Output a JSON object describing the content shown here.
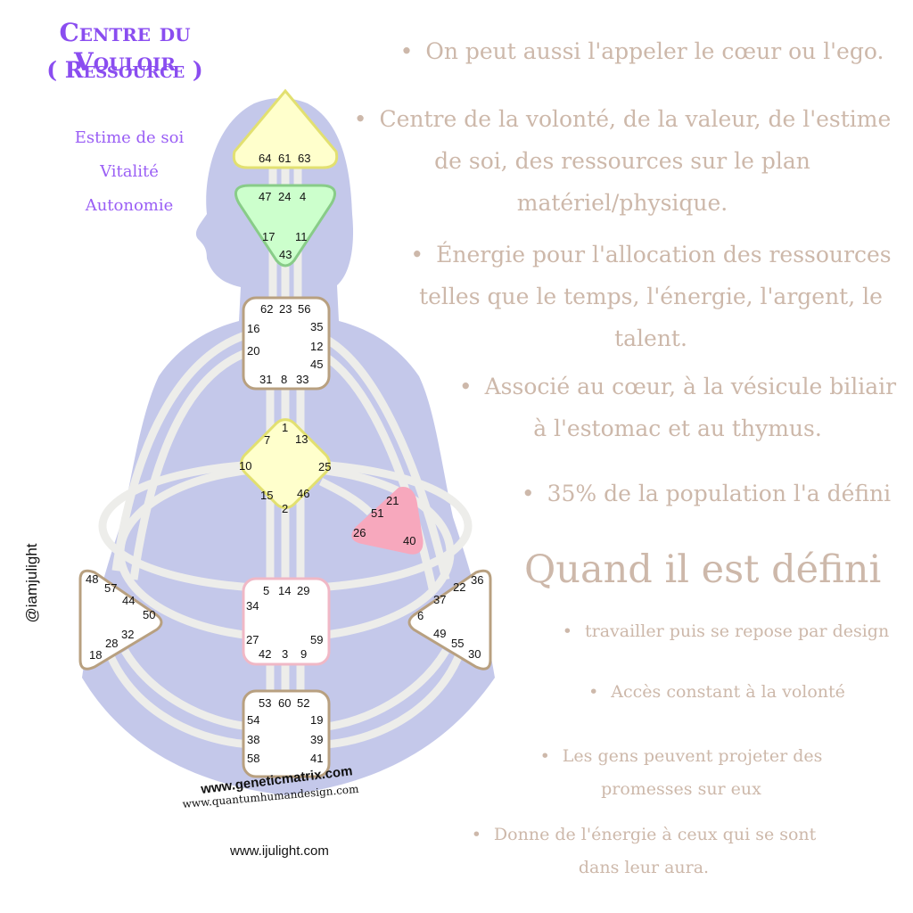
{
  "title": {
    "line1": "Centre du Vouloir",
    "line2": "( Ressource )"
  },
  "left_keywords": [
    "Estime de soi",
    "Vitalité",
    "Autonomie"
  ],
  "bullets_top": [
    {
      "lines": [
        "On peut aussi l'appeler le cœur ou l'ego."
      ]
    },
    {
      "lines": [
        "Centre de la volonté, de la valeur, de l'estime",
        "de soi, des ressources sur le plan",
        "matériel/physique."
      ]
    },
    {
      "lines": [
        "Énergie pour l'allocation des ressources",
        "telles que le temps, l'énergie, l'argent, le",
        "talent."
      ]
    },
    {
      "lines": [
        "Associé au cœur, à la vésicule biliair",
        "à l'estomac et au thymus."
      ]
    },
    {
      "lines": [
        "35% de la population l'a défini"
      ]
    }
  ],
  "defined_heading": "Quand il est défini",
  "bullets_defined": [
    {
      "lines": [
        "travailler puis se repose par design"
      ]
    },
    {
      "lines": [
        "Accès constant à la volonté"
      ]
    },
    {
      "lines": [
        "Les gens peuvent projeter des",
        "promesses sur eux"
      ]
    },
    {
      "lines": [
        "Donne de l'énergie à ceux qui se sont",
        "dans leur aura."
      ]
    }
  ],
  "watermarks": {
    "geneticmatrix": "www.geneticmatrix.com",
    "quantum": "www.quantumhumandesign.com",
    "ijulight": "www.ijulight.com",
    "handle": "@iamjulight"
  },
  "colors": {
    "title": "#8a4df0",
    "text": "#cdb8aa",
    "silhouette": "#c4c8ea",
    "head_center": "#ffffcc",
    "ajna_center": "#ccffcc",
    "ego_center": "#f7a8bd",
    "g_center": "#ffffcc",
    "center_border": "#b8a080"
  },
  "centers": {
    "head": [
      "64",
      "61",
      "63"
    ],
    "ajna": [
      "47",
      "24",
      "4",
      "17",
      "11",
      "43"
    ],
    "throat": [
      "62",
      "23",
      "56",
      "16",
      "35",
      "20",
      "12",
      "45",
      "31",
      "8",
      "33"
    ],
    "g": [
      "1",
      "7",
      "13",
      "10",
      "25",
      "15",
      "46",
      "2"
    ],
    "ego": [
      "21",
      "51",
      "26",
      "40"
    ],
    "spleen": [
      "48",
      "57",
      "44",
      "50",
      "32",
      "28",
      "18"
    ],
    "solar_plexus": [
      "36",
      "22",
      "37",
      "6",
      "49",
      "55",
      "30"
    ],
    "sacral": [
      "5",
      "14",
      "29",
      "34",
      "27",
      "59",
      "42",
      "3",
      "9"
    ],
    "root": [
      "53",
      "60",
      "52",
      "54",
      "19",
      "38",
      "39",
      "58",
      "41"
    ]
  }
}
